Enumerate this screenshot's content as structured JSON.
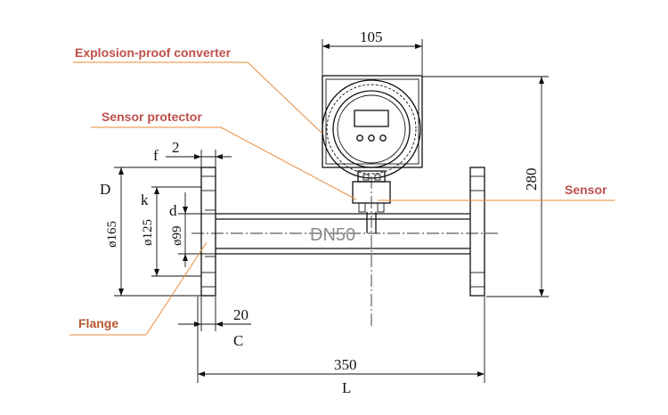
{
  "labels": {
    "explosion_proof_converter": "Explosion-proof converter",
    "sensor_protector": "Sensor protector",
    "sensor": "Sensor",
    "flange": "Flange"
  },
  "dimensions": {
    "width_105": "105",
    "height_280": "280",
    "f": "f",
    "f_value": "2",
    "D": "D",
    "k": "k",
    "d": "d",
    "phi165": "ø165",
    "phi125": "ø125",
    "phi99": "ø99",
    "c_value": "20",
    "C": "C",
    "length_350": "350",
    "L": "L"
  },
  "pipe": {
    "nominal": "DN50"
  },
  "colors": {
    "leader": "#e8893a",
    "label_text": "#c0504d",
    "lines": "#111111"
  }
}
